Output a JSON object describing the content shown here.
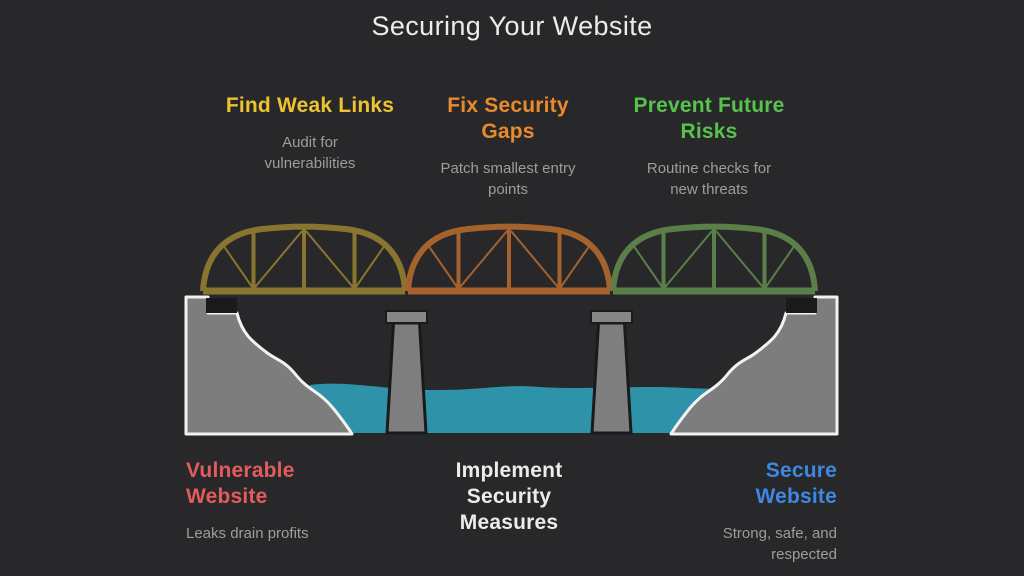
{
  "title": "Securing Your Website",
  "top_items": [
    {
      "heading": "Find Weak Links",
      "sub": "Audit for\nvulnerabilities",
      "color": "#eec32f"
    },
    {
      "heading": "Fix Security\nGaps",
      "sub": "Patch smallest entry\npoints",
      "color": "#e98b2d"
    },
    {
      "heading": "Prevent Future\nRisks",
      "sub": "Routine checks for\nnew threats",
      "color": "#57c24c"
    }
  ],
  "bottom_items": [
    {
      "heading": "Vulnerable\nWebsite",
      "sub": "Leaks drain profits",
      "color": "#e25c5c",
      "align": "left"
    },
    {
      "heading": "Implement\nSecurity\nMeasures",
      "sub": "",
      "color": "#ececec",
      "align": "center"
    },
    {
      "heading": "Secure\nWebsite",
      "sub": "Strong, safe, and\nrespected",
      "color": "#3e87e2",
      "align": "right"
    }
  ],
  "bridge": {
    "segments": [
      "vulnerable-truss",
      "implement-truss",
      "secure-truss"
    ],
    "elements": [
      "left-bank",
      "right-bank",
      "pillar",
      "pillar",
      "water"
    ]
  },
  "colors": {
    "background": "#28282a",
    "title_text": "#ececec",
    "sub_text": "#9d9d9d",
    "find_weak_links": "#eec32f",
    "fix_security_gaps": "#e98b2d",
    "prevent_future_risks": "#57c24c",
    "vulnerable_website": "#e25c5c",
    "implement_measures": "#ececec",
    "secure_website": "#3e87e2",
    "truss_vulnerable": "#8a7530",
    "truss_fix": "#a5622d",
    "truss_secure": "#5b7f48",
    "bank_fill": "#7d7d7d",
    "bank_outline": "#f2f2f2",
    "pillar_fill": "#7e7e7e",
    "pillar_cap_fill": "#868686",
    "water": "#2e93a8",
    "shadow": "#191a1c"
  }
}
